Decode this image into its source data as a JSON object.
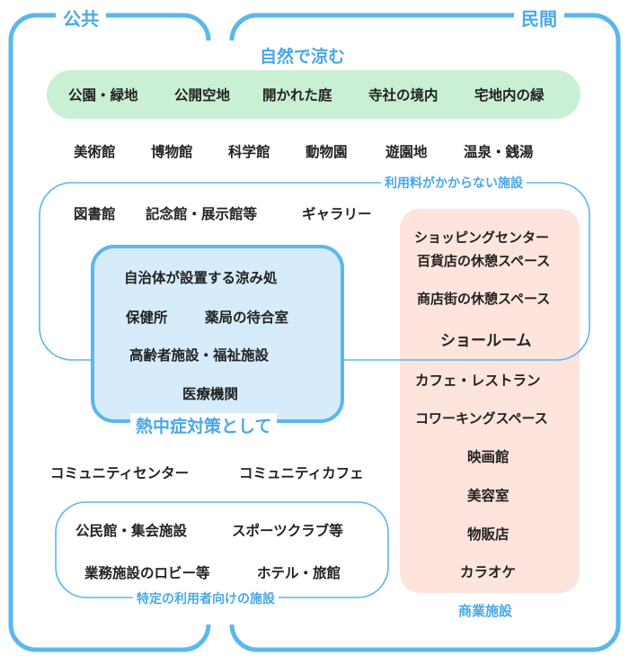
{
  "colors": {
    "frame_blue": "#5bb7ee",
    "label_blue": "#4aa8e6",
    "green_band": "#c9efd4",
    "peach_band": "#fde4dc",
    "heat_box": "#d6ecfa",
    "text": "#222222"
  },
  "sections": {
    "public": "公共",
    "private": "民間"
  },
  "nature": {
    "title": "自然で涼む",
    "items": [
      "公園・緑地",
      "公開空地",
      "開かれた庭",
      "寺社の境内",
      "宅地内の緑"
    ]
  },
  "paid_facilities": {
    "items": [
      "美術館",
      "博物館",
      "科学館",
      "動物園",
      "遊園地",
      "温泉・銭湯"
    ]
  },
  "free_facilities": {
    "title": "利用料がかからない施設",
    "items": [
      "図書館",
      "記念館・展示館等",
      "ギャラリー"
    ]
  },
  "heatstroke": {
    "title": "熱中症対策として",
    "items": [
      "自治体が設置する涼み処",
      "保健所",
      "薬局の待合室",
      "高齢者施設・福祉施設",
      "医療機関"
    ]
  },
  "commercial": {
    "title": "商業施設",
    "free_items": [
      "ショッピングセンター",
      "百貨店の休憩スペース",
      "商店街の休憩スペース",
      "ショールーム"
    ],
    "items": [
      "カフェ・レストラン",
      "コワーキングスペース",
      "映画館",
      "美容室",
      "物販店",
      "カラオケ"
    ]
  },
  "community": {
    "items": [
      "コミュニティセンター",
      "コミュニティカフェ"
    ]
  },
  "specific_users": {
    "title": "特定の利用者向けの施設",
    "items": [
      "公民館・集会施設",
      "スポーツクラブ等",
      "業務施設のロビー等",
      "ホテル・旅館"
    ]
  }
}
